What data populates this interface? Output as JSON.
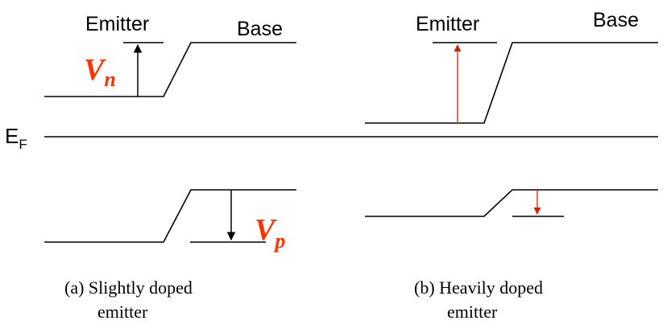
{
  "fermi_level": {
    "label": "E",
    "subscript": "F"
  },
  "panel_a": {
    "emitter_label": "Emitter",
    "base_label": "Base",
    "vn_label": "V",
    "vn_sub": "n",
    "vp_label": "V",
    "vp_sub": "p",
    "caption_line1": "(a) Slightly doped",
    "caption_line2": "emitter"
  },
  "panel_b": {
    "emitter_label": "Emitter",
    "base_label": "Base",
    "caption_line1": "(b) Heavily doped",
    "caption_line2": "emitter"
  },
  "colors": {
    "band_lines": "#000000",
    "red_accent": "#ff3300",
    "arrow_a": "#000000",
    "arrow_b": "#cc2200"
  }
}
